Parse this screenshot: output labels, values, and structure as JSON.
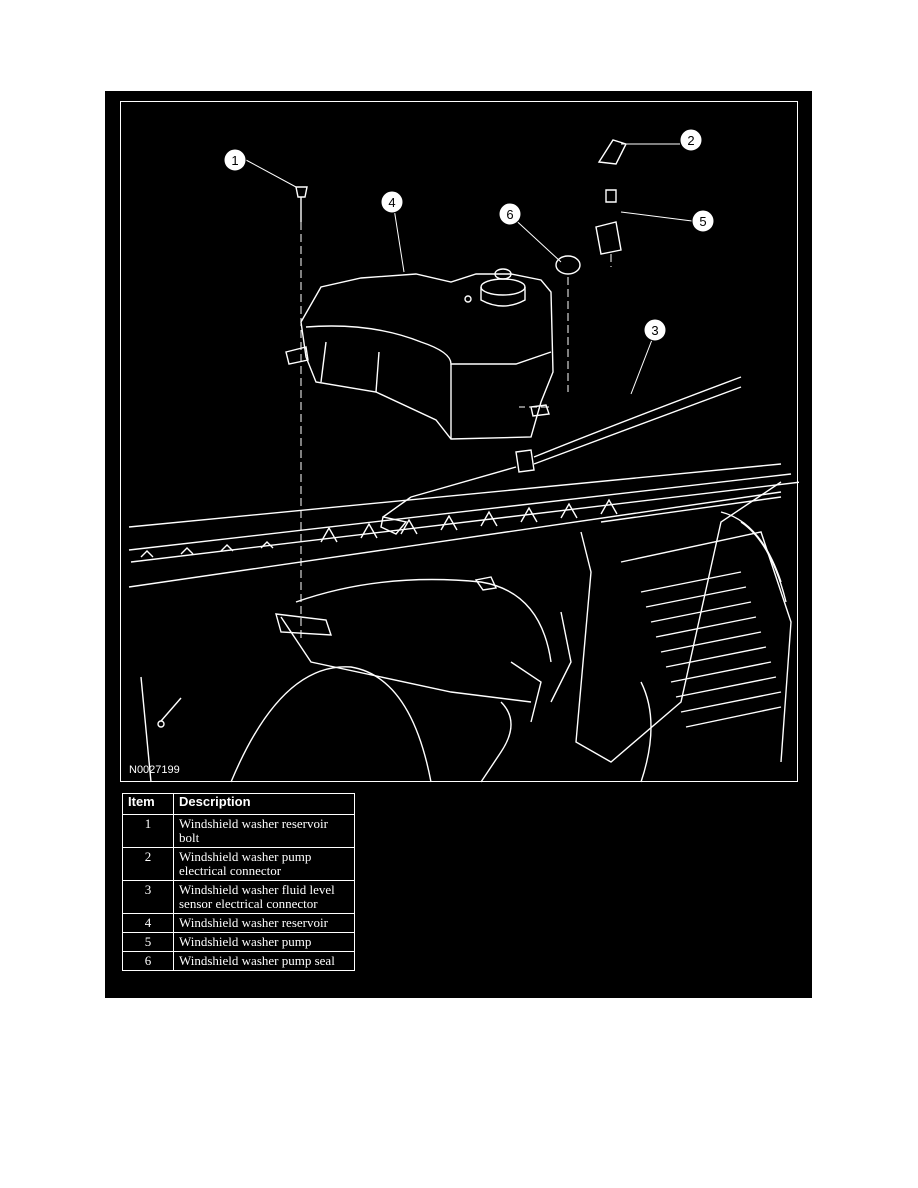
{
  "figure": {
    "id": "N0027199",
    "callouts": [
      "1",
      "2",
      "3",
      "4",
      "5",
      "6"
    ]
  },
  "legend": {
    "headers": [
      "Item",
      "Description"
    ],
    "rows": [
      {
        "item": "1",
        "description": "Windshield washer reservoir bolt"
      },
      {
        "item": "2",
        "description": "Windshield washer pump electrical connector"
      },
      {
        "item": "3",
        "description": "Windshield washer fluid level sensor electrical connector"
      },
      {
        "item": "4",
        "description": "Windshield washer reservoir"
      },
      {
        "item": "5",
        "description": "Windshield washer pump"
      },
      {
        "item": "6",
        "description": "Windshield washer pump seal"
      }
    ]
  }
}
